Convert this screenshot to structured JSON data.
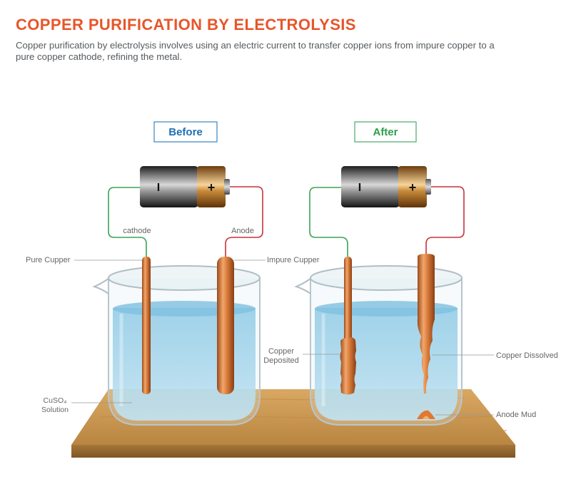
{
  "header": {
    "title": "COPPER PURIFICATION BY ELECTROLYSIS",
    "description": "Copper purification by electrolysis involves using an electric current to transfer copper ions from impure copper to a pure copper cathode, refining the metal."
  },
  "panels": {
    "before": {
      "tag": "Before",
      "battery_minus": "I",
      "battery_plus": "+",
      "cathode_label": "cathode",
      "anode_label": "Anode",
      "pure_label": "Pure Cupper",
      "impure_label": "Impure Cupper",
      "solution_line1": "CuSO₄",
      "solution_line2": "Solution"
    },
    "after": {
      "tag": "After",
      "battery_minus": "I",
      "battery_plus": "+",
      "deposited_line1": "Copper",
      "deposited_line2": "Deposited",
      "dissolved_label": "Copper Dissolved",
      "mud_label": "Anode Mud"
    }
  },
  "colors": {
    "title": "#e8552a",
    "before_tag": "#1f6fb4",
    "after_tag": "#2e9e48",
    "wire_negative": "#3aa357",
    "wire_positive": "#c8323a",
    "copper": "#d37a38",
    "table": "#c8974f",
    "solution": "#8fcbe6"
  }
}
